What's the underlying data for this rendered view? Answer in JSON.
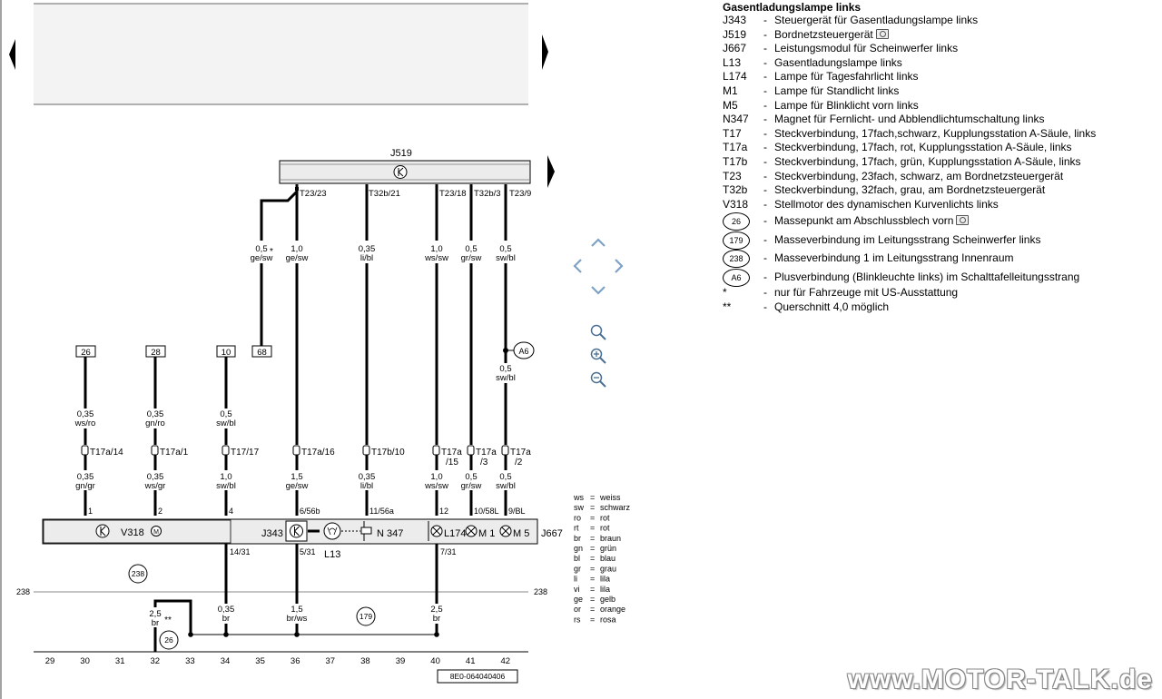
{
  "component": {
    "j519_label": "J519",
    "j343_label": "J343",
    "l13_label": "L13",
    "n347_label": "N 347",
    "j667_label": "J667",
    "v318_label": "V318",
    "l174_label": "L174",
    "m1_label": "M 1",
    "m5_label": "M 5"
  },
  "connectors": {
    "j519_pins": [
      "T23/23",
      "T32b/21",
      "T23/18",
      "T32b/3",
      "T23/9"
    ],
    "mid": [
      "T17a/14",
      "T17a/1",
      "T17/17",
      "T17a/16",
      "T17b/10",
      "T17a",
      "/15",
      "T17a",
      "/3",
      "T17a",
      "/2"
    ],
    "bottom_pins": [
      "1",
      "2",
      "4",
      "6/56b",
      "11/56a",
      "12",
      "10/58L",
      "9/BL"
    ],
    "j667_lower_pins": [
      "14/31",
      "5/31",
      "7/31"
    ]
  },
  "wires": {
    "upper": [
      {
        "cs": "0,5",
        "color": "ge/sw"
      },
      {
        "cs": "1,0",
        "color": "ge/sw"
      },
      {
        "cs": "0,35",
        "color": "li/bl"
      },
      {
        "cs": "1,0",
        "color": "ws/sw"
      },
      {
        "cs": "0,5",
        "color": "gr/sw"
      },
      {
        "cs": "0,5",
        "color": "sw/bl"
      }
    ],
    "a6_branch": {
      "cs": "0,5",
      "color": "sw/bl"
    },
    "mid_upper": [
      {
        "cs": "0,35",
        "color": "ws/ro"
      },
      {
        "cs": "0,35",
        "color": "gn/ro"
      },
      {
        "cs": "0,5",
        "color": "sw/bl"
      }
    ],
    "mid_lower": [
      {
        "cs": "0,35",
        "color": "gn/gr"
      },
      {
        "cs": "0,35",
        "color": "ws/gr"
      },
      {
        "cs": "1,0",
        "color": "sw/bl"
      },
      {
        "cs": "1,5",
        "color": "ge/sw"
      },
      {
        "cs": "0,35",
        "color": "li/bl"
      },
      {
        "cs": "1,0",
        "color": "ws/sw"
      },
      {
        "cs": "0,5",
        "color": "gr/sw"
      },
      {
        "cs": "0,5",
        "color": "sw/bl"
      }
    ],
    "lower": [
      {
        "cs": "2,5",
        "color": "br"
      },
      {
        "cs": "0,35",
        "color": "br"
      },
      {
        "cs": "1,5",
        "color": "br/ws"
      },
      {
        "cs": "2,5",
        "color": "br"
      }
    ],
    "star": "*",
    "double_star": "**"
  },
  "refs": {
    "boxes": [
      "26",
      "28",
      "10",
      "68"
    ],
    "circles": {
      "a6": "A6",
      "g238": "238",
      "g179": "179",
      "g26": "26"
    },
    "line_238": "238"
  },
  "tracks": [
    "29",
    "30",
    "31",
    "32",
    "33",
    "34",
    "35",
    "36",
    "37",
    "38",
    "39",
    "40",
    "41",
    "42"
  ],
  "doc_number": "8E0-064040406",
  "color_codes": [
    {
      "code": "ws",
      "name": "weiss"
    },
    {
      "code": "sw",
      "name": "schwarz"
    },
    {
      "code": "ro",
      "name": "rot"
    },
    {
      "code": "rt",
      "name": "rot"
    },
    {
      "code": "br",
      "name": "braun"
    },
    {
      "code": "gn",
      "name": "grün"
    },
    {
      "code": "bl",
      "name": "blau"
    },
    {
      "code": "gr",
      "name": "grau"
    },
    {
      "code": "li",
      "name": "lila"
    },
    {
      "code": "vi",
      "name": "lila"
    },
    {
      "code": "ge",
      "name": "gelb"
    },
    {
      "code": "or",
      "name": "orange"
    },
    {
      "code": "rs",
      "name": "rosa"
    }
  ],
  "legend": {
    "title": "Gasentladungslampe links",
    "items": [
      {
        "code": "J343",
        "desc": "Steuergerät für Gasentladungslampe links"
      },
      {
        "code": "J519",
        "desc": "Bordnetzsteuergerät",
        "camera": true
      },
      {
        "code": "J667",
        "desc": "Leistungsmodul für Scheinwerfer links"
      },
      {
        "code": "L13",
        "desc": "Gasentladungslampe links"
      },
      {
        "code": "L174",
        "desc": "Lampe für Tagesfahrlicht links"
      },
      {
        "code": "M1",
        "desc": "Lampe für Standlicht links"
      },
      {
        "code": "M5",
        "desc": "Lampe für Blinklicht vorn links"
      },
      {
        "code": "N347",
        "desc": "Magnet für Fernlicht- und Abblendlichtumschaltung links"
      },
      {
        "code": "T17",
        "desc": "Steckverbindung, 17fach,schwarz, Kupplungsstation A-Säule, links"
      },
      {
        "code": "T17a",
        "desc": "Steckverbindung, 17fach, rot, Kupplungsstation A-Säule, links"
      },
      {
        "code": "T17b",
        "desc": "Steckverbindung, 17fach, grün, Kupplungsstation A-Säule, links"
      },
      {
        "code": "T23",
        "desc": "Steckverbindung, 23fach, schwarz, am Bordnetzsteuergerät"
      },
      {
        "code": "T32b",
        "desc": "Steckverbindung, 32fach, grau, am Bordnetzsteuergerät"
      },
      {
        "code": "V318",
        "desc": "Stellmotor des dynamischen Kurvenlichts links"
      }
    ],
    "circle_items": [
      {
        "code": "26",
        "desc": "Massepunkt am Abschlussblech vorn",
        "camera": true
      },
      {
        "code": "179",
        "desc": "Masseverbindung im Leitungsstrang Scheinwerfer links"
      },
      {
        "code": "238",
        "desc": "Masseverbindung 1 im Leitungsstrang Innenraum"
      },
      {
        "code": "A6",
        "desc": "Plusverbindung (Blinkleuchte links) im Schalttafelleitungsstrang"
      }
    ],
    "notes": [
      {
        "code": "*",
        "desc": "nur für Fahrzeuge mit US-Ausstattung"
      },
      {
        "code": "**",
        "desc": "Querschnitt 4,0 möglich"
      }
    ]
  },
  "watermark": "www.MOTOR-TALK.de"
}
